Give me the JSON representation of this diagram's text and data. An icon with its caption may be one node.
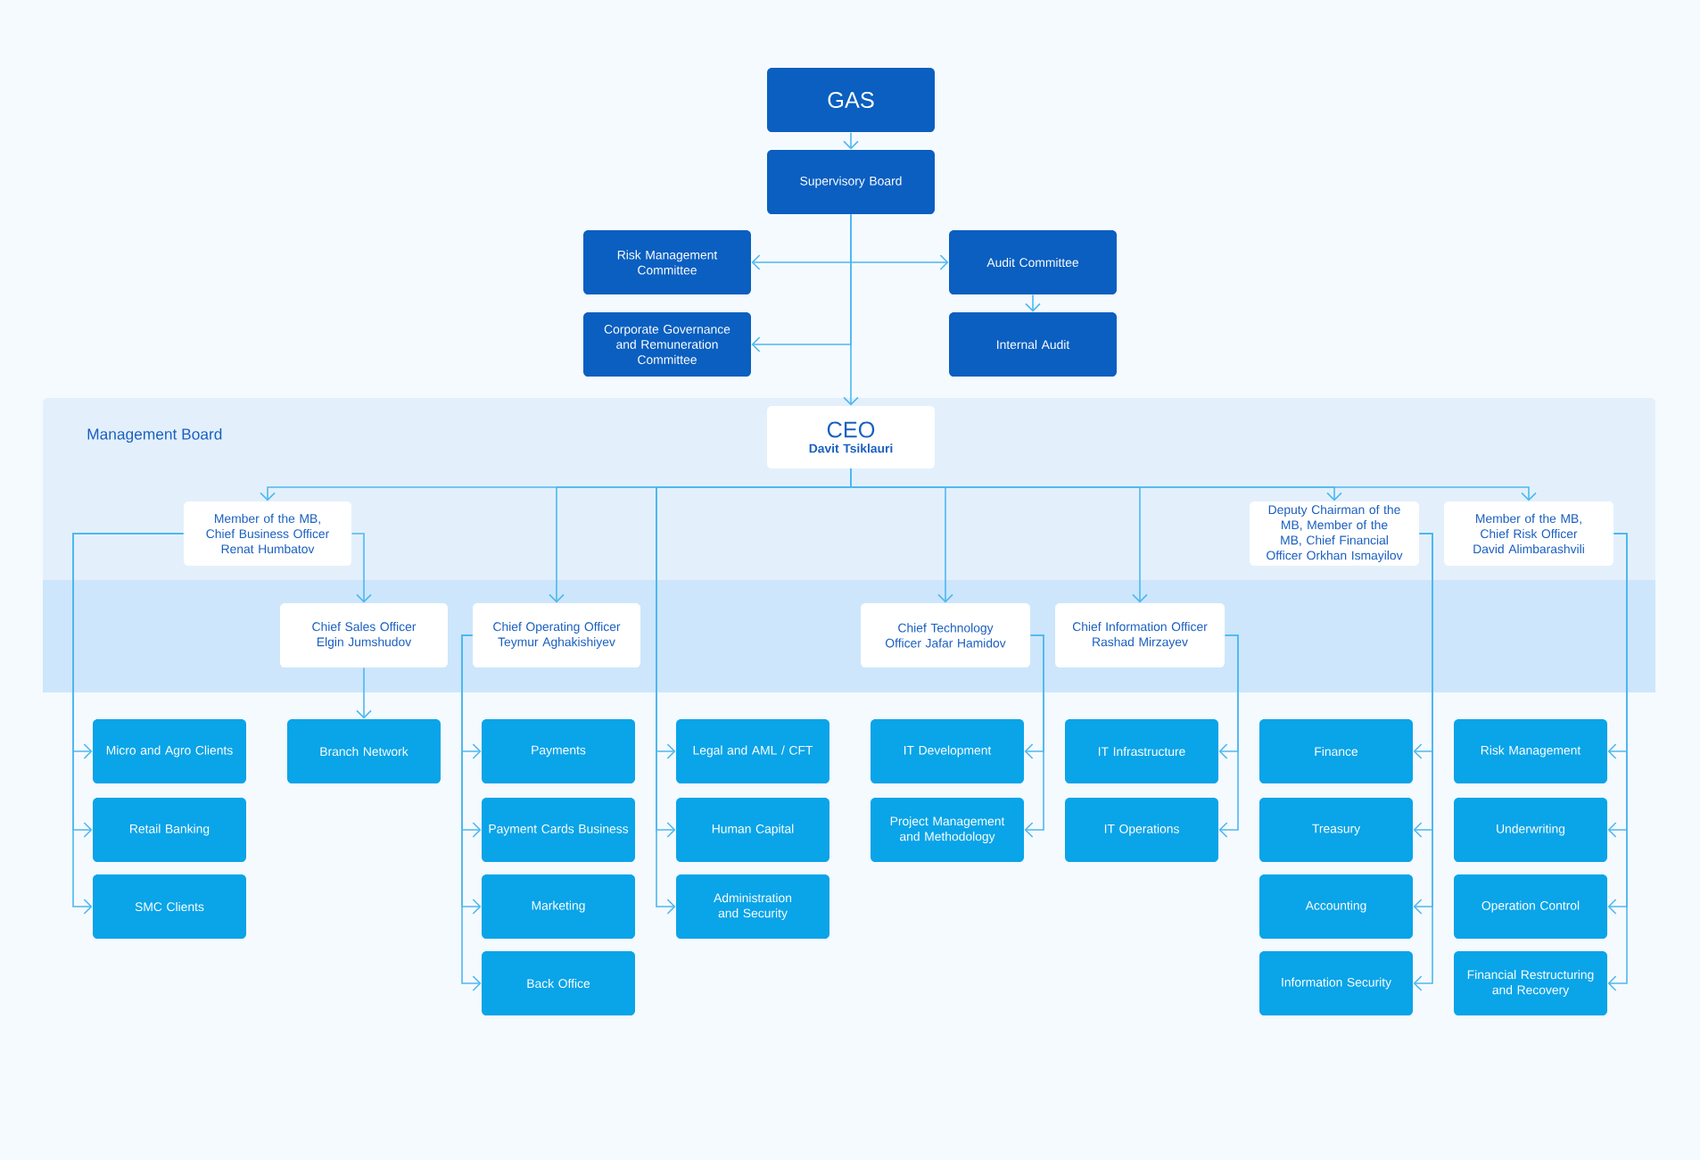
{
  "diagram": {
    "nodes": [
      {
        "text": [
          "GAS"
        ]
      },
      {
        "text": [
          "Supervisory Board"
        ]
      },
      {
        "text": [
          "Risk Management Committee"
        ]
      },
      {
        "text": [
          "Audit Committee"
        ]
      },
      {
        "text": [
          "Corporate Governance and Remuneration Committee"
        ]
      },
      {
        "text": [
          "Internal Audit"
        ]
      },
      {
        "text": [
          "Management Board"
        ]
      },
      {
        "text": [
          "CEO",
          "Davit Tsiklauri"
        ],
        "in": 6
      },
      {
        "text": [
          "Member of the MB, Chief Business Officer Renat Humbatov"
        ],
        "in": 6
      },
      {
        "text": [
          "Chief Sales Officer Elgin Jumshudov"
        ],
        "in": 6
      },
      {
        "text": [
          "Chief Operating Officer Teymur Aghakishiyev"
        ],
        "in": 6
      },
      {
        "text": [
          "Chief Technology Officer Jafar Hamidov"
        ],
        "in": 6
      },
      {
        "text": [
          "Chief Information Officer Rashad Mirzayev"
        ],
        "in": 6
      },
      {
        "text": [
          "Deputy Chairman of the MB, Member of the MB, Chief Financial Officer Orkhan Ismayilov"
        ],
        "in": 6
      },
      {
        "text": [
          "Member of the MB, Chief Risk Officer David Alimbarashvili"
        ],
        "in": 6
      },
      {
        "text": [
          "Micro and Agro Clients"
        ]
      },
      {
        "text": [
          "Retail Banking"
        ]
      },
      {
        "text": [
          "SMC Clients"
        ]
      },
      {
        "text": [
          "Branch Network"
        ]
      },
      {
        "text": [
          "Payments"
        ]
      },
      {
        "text": [
          "Payment Cards Business"
        ]
      },
      {
        "text": [
          "Marketing"
        ]
      },
      {
        "text": [
          "Back Office"
        ]
      },
      {
        "text": [
          "Legal and AML / CFT"
        ]
      },
      {
        "text": [
          "Human Capital"
        ]
      },
      {
        "text": [
          "Administration and Security"
        ]
      },
      {
        "text": [
          "IT Development"
        ]
      },
      {
        "text": [
          "Project Management and Methodology"
        ]
      },
      {
        "text": [
          "IT Infrastructure"
        ]
      },
      {
        "text": [
          "IT Operations"
        ]
      },
      {
        "text": [
          "Finance"
        ]
      },
      {
        "text": [
          "Treasury"
        ]
      },
      {
        "text": [
          "Accounting"
        ]
      },
      {
        "text": [
          "Information Security"
        ]
      },
      {
        "text": [
          "Risk Management"
        ]
      },
      {
        "text": [
          "Underwriting"
        ]
      },
      {
        "text": [
          "Operation Control"
        ]
      },
      {
        "text": [
          "Financial Restructuring and Recovery"
        ]
      }
    ],
    "edges": [
      {
        "from": 0,
        "to": 1,
        "arrow": "to"
      },
      {
        "from": 1,
        "to": 2,
        "arrow": "to"
      },
      {
        "from": 1,
        "to": 3,
        "arrow": "to"
      },
      {
        "from": 1,
        "to": 4,
        "arrow": "to"
      },
      {
        "from": 3,
        "to": 5,
        "arrow": "to"
      },
      {
        "from": 1,
        "to": 7,
        "arrow": "to"
      },
      {
        "from": 7,
        "to": 8,
        "arrow": "to"
      },
      {
        "from": 7,
        "to": 10,
        "arrow": "to"
      },
      {
        "from": 7,
        "to": 11,
        "arrow": "to"
      },
      {
        "from": 7,
        "to": 12,
        "arrow": "to"
      },
      {
        "from": 7,
        "to": 13,
        "arrow": "to"
      },
      {
        "from": 7,
        "to": 14,
        "arrow": "to"
      },
      {
        "from": 7,
        "to": 23,
        "arrow": "to"
      },
      {
        "from": 7,
        "to": 24,
        "arrow": "to"
      },
      {
        "from": 7,
        "to": 25,
        "arrow": "to"
      },
      {
        "from": 8,
        "to": 9,
        "arrow": "to"
      },
      {
        "from": 8,
        "to": 15,
        "arrow": "to"
      },
      {
        "from": 8,
        "to": 16,
        "arrow": "to"
      },
      {
        "from": 8,
        "to": 17,
        "arrow": "to"
      },
      {
        "from": 9,
        "to": 18,
        "arrow": "to"
      },
      {
        "from": 10,
        "to": 19,
        "arrow": "to"
      },
      {
        "from": 10,
        "to": 20,
        "arrow": "to"
      },
      {
        "from": 10,
        "to": 21,
        "arrow": "to"
      },
      {
        "from": 10,
        "to": 22,
        "arrow": "to"
      },
      {
        "from": 11,
        "to": 26,
        "arrow": "to"
      },
      {
        "from": 11,
        "to": 27,
        "arrow": "to"
      },
      {
        "from": 12,
        "to": 28,
        "arrow": "to"
      },
      {
        "from": 12,
        "to": 29,
        "arrow": "to"
      },
      {
        "from": 13,
        "to": 30,
        "arrow": "to"
      },
      {
        "from": 13,
        "to": 31,
        "arrow": "to"
      },
      {
        "from": 13,
        "to": 32,
        "arrow": "to"
      },
      {
        "from": 13,
        "to": 33,
        "arrow": "to"
      },
      {
        "from": 14,
        "to": 34,
        "arrow": "to"
      },
      {
        "from": 14,
        "to": 35,
        "arrow": "to"
      },
      {
        "from": 14,
        "to": 36,
        "arrow": "to"
      },
      {
        "from": 14,
        "to": 37,
        "arrow": "to"
      }
    ]
  }
}
